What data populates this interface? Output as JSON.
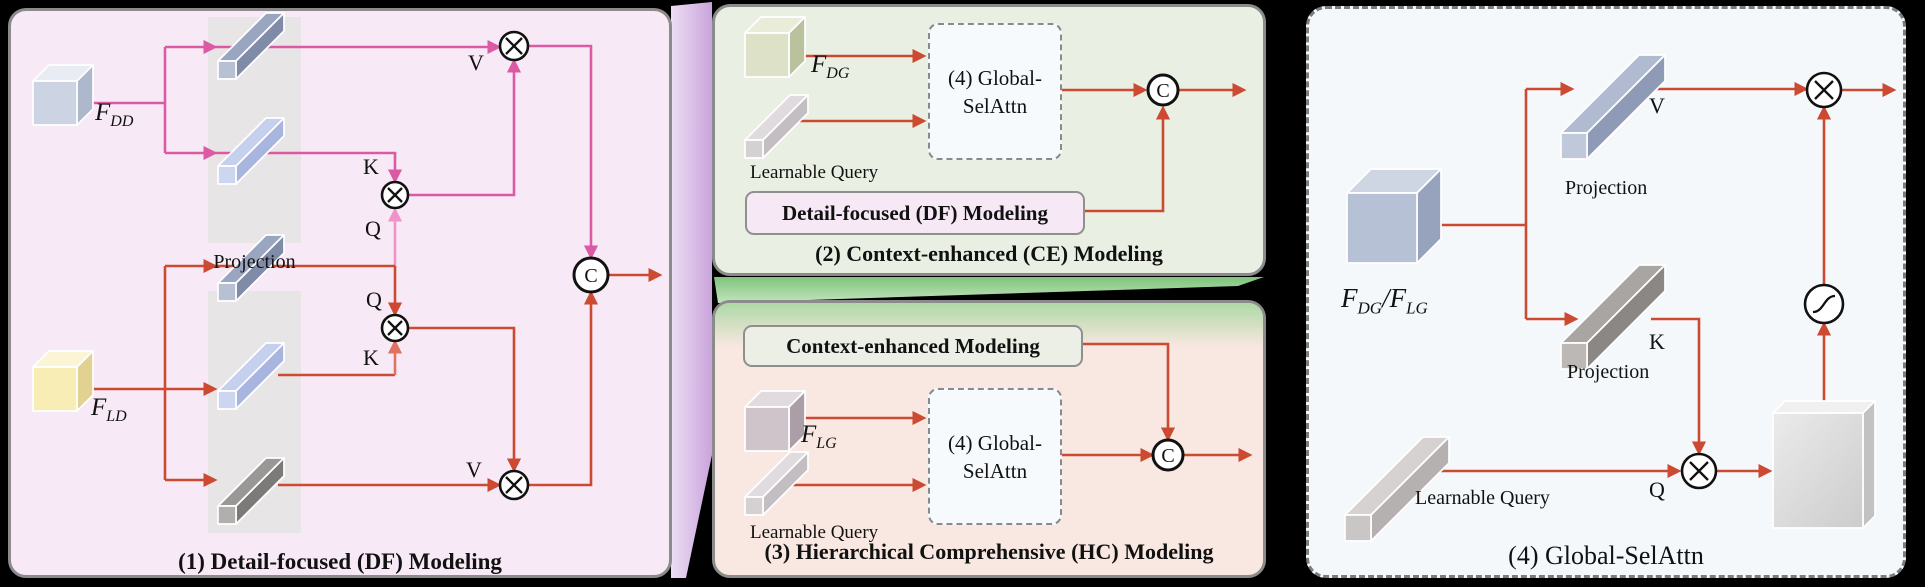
{
  "colors": {
    "pink": "#dc5aa4",
    "pink_light": "#f093c8",
    "red": "#cc4a32",
    "red_light": "#df7260",
    "border_gray": "#8b8b8b",
    "panel1_bg": "#f7eaf6",
    "panel2_bg": "#eaefe3",
    "panel3_bg": "#f9e7e1",
    "panel4_bg": "#f4f8fb",
    "projection_band": "#e8e5e7",
    "attnbox_bg": "#f7fafc",
    "dfbox_bg": "#f6e8f4",
    "cebox_bg": "#ebefe5",
    "cube_fdd": "#ccd3e2",
    "cube_fld": "#f7edb5",
    "cube_fdg": "#dce1c8",
    "cube_flg": "#cfc4ca",
    "cube_global": "#b7c1d6"
  },
  "panel1": {
    "caption": "(1) Detail-focused (DF) Modeling",
    "projection_label": "Projection",
    "f_dd": {
      "base": "F",
      "sub": "DD"
    },
    "f_ld": {
      "base": "F",
      "sub": "LD"
    },
    "k_top": "K",
    "q_top": "Q",
    "v_top": "V",
    "q_bottom": "Q",
    "k_bottom": "K",
    "v_bottom": "V",
    "concat": "C"
  },
  "panel2": {
    "caption": "(2) Context-enhanced (CE) Modeling",
    "f_dg": {
      "base": "F",
      "sub": "DG"
    },
    "learnable_query": "Learnable Query",
    "selattn_line1": "(4) Global-",
    "selattn_line2": "SelAttn",
    "df_box": "Detail-focused (DF) Modeling",
    "concat": "C"
  },
  "panel3": {
    "caption": "(3) Hierarchical Comprehensive (HC) Modeling",
    "ce_box": "Context-enhanced Modeling",
    "f_lg": {
      "base": "F",
      "sub": "LG"
    },
    "learnable_query": "Learnable Query",
    "selattn_line1": "(4) Global-",
    "selattn_line2": "SelAttn",
    "concat": "C"
  },
  "panel4": {
    "caption": "(4) Global-SelAttn",
    "cube": {
      "b1": "F",
      "s1": "DG",
      "sep": "/",
      "b2": "F",
      "s2": "LG"
    },
    "projection_v": "Projection",
    "projection_k": "Projection",
    "learnable_query": "Learnable Query",
    "v": "V",
    "k": "K",
    "q": "Q"
  }
}
